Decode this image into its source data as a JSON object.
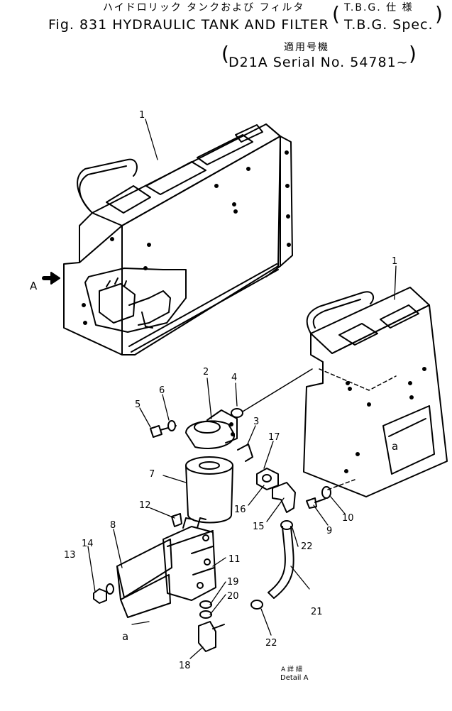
{
  "header": {
    "jp_title": "ハイドロリック タンクおよび フィルタ",
    "fig_title": "Fig. 831  HYDRAULIC TANK AND FILTER",
    "spec_jp": "T.B.G. 仕 様",
    "spec_en": "T.B.G. Spec.",
    "serial_jp": "適用号機",
    "serial_en": "D21A Serial No. 54781~"
  },
  "detail": {
    "arrow_label": "A",
    "point_a_upper": "a",
    "point_a_lower": "a",
    "caption_jp": "A  詳 細",
    "caption_en": "Detail  A"
  },
  "callouts": [
    "1",
    "1",
    "2",
    "3",
    "4",
    "5",
    "6",
    "7",
    "8",
    "9",
    "10",
    "11",
    "12",
    "13",
    "14",
    "15",
    "16",
    "17",
    "18",
    "19",
    "20",
    "21",
    "22",
    "22"
  ]
}
